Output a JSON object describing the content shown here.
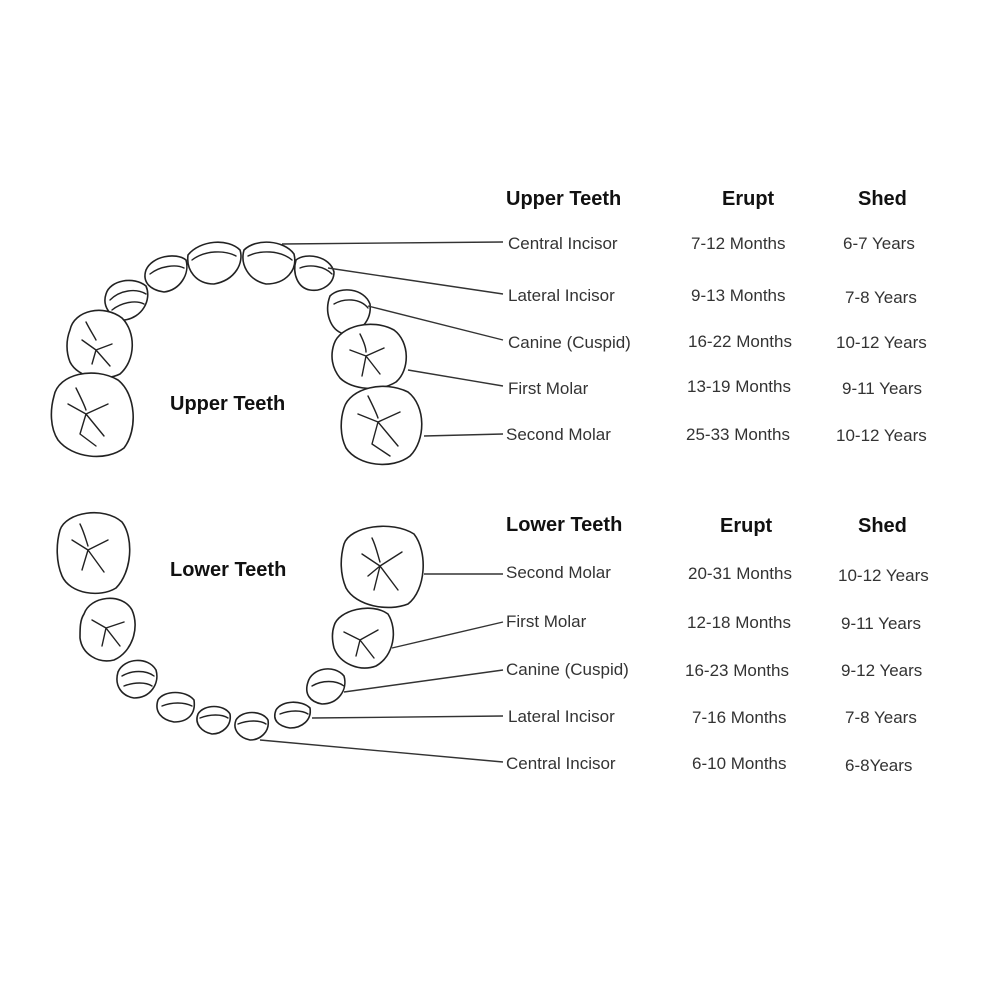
{
  "upper": {
    "jaw_label": "Upper Teeth",
    "headers": {
      "group": "Upper Teeth",
      "erupt": "Erupt",
      "shed": "Shed"
    },
    "rows": [
      {
        "name": "Central Incisor",
        "erupt": "7-12 Months",
        "shed": "6-7 Years"
      },
      {
        "name": "Lateral Incisor",
        "erupt": "9-13 Months",
        "shed": "7-8 Years"
      },
      {
        "name": "Canine (Cuspid)",
        "erupt": "16-22 Months",
        "shed": "10-12 Years"
      },
      {
        "name": "First Molar",
        "erupt": "13-19 Months",
        "shed": "9-11 Years"
      },
      {
        "name": "Second Molar",
        "erupt": "25-33 Months",
        "shed": "10-12 Years"
      }
    ]
  },
  "lower": {
    "jaw_label": "Lower Teeth",
    "headers": {
      "group": "Lower Teeth",
      "erupt": "Erupt",
      "shed": "Shed"
    },
    "rows": [
      {
        "name": "Second Molar",
        "erupt": "20-31 Months",
        "shed": "10-12 Years"
      },
      {
        "name": "First Molar",
        "erupt": "12-18 Months",
        "shed": "9-11 Years"
      },
      {
        "name": "Canine (Cuspid)",
        "erupt": "16-23 Months",
        "shed": "9-12 Years"
      },
      {
        "name": "Lateral Incisor",
        "erupt": "7-16 Months",
        "shed": "7-8 Years"
      },
      {
        "name": "Central Incisor",
        "erupt": "6-10 Months",
        "shed": "6-8Years"
      }
    ]
  }
}
